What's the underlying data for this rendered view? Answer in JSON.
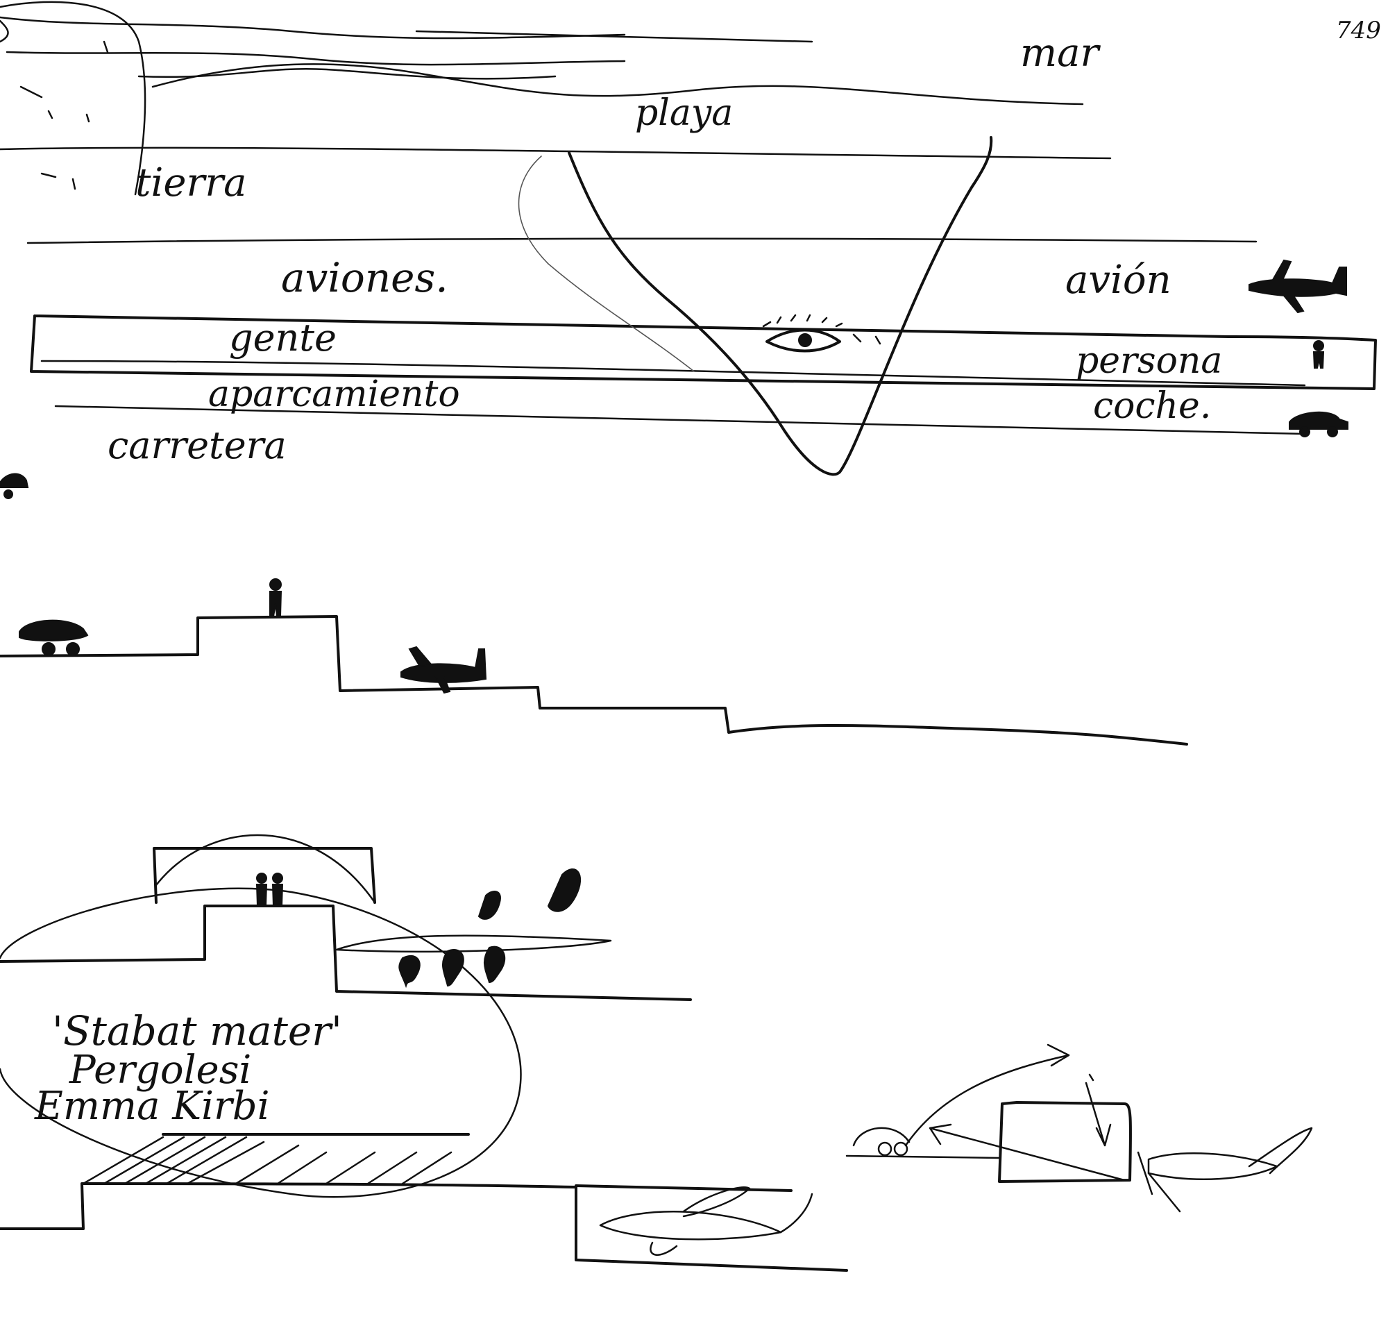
{
  "page_number": "749",
  "labels": {
    "mar": "mar",
    "playa": "playa",
    "tierra": "tierra",
    "aviones": "aviones.",
    "avion": "avión",
    "gente": "gente",
    "persona": "persona",
    "aparcamiento": "aparcamiento",
    "coche": "coche.",
    "carretera": "carretera"
  },
  "note": {
    "line1": "'Stabat mater'",
    "line2": "Pergolesi",
    "line3": "Emma Kirbi"
  },
  "icons": [
    "eye-icon",
    "airplane-icon",
    "person-icon",
    "car-icon"
  ]
}
